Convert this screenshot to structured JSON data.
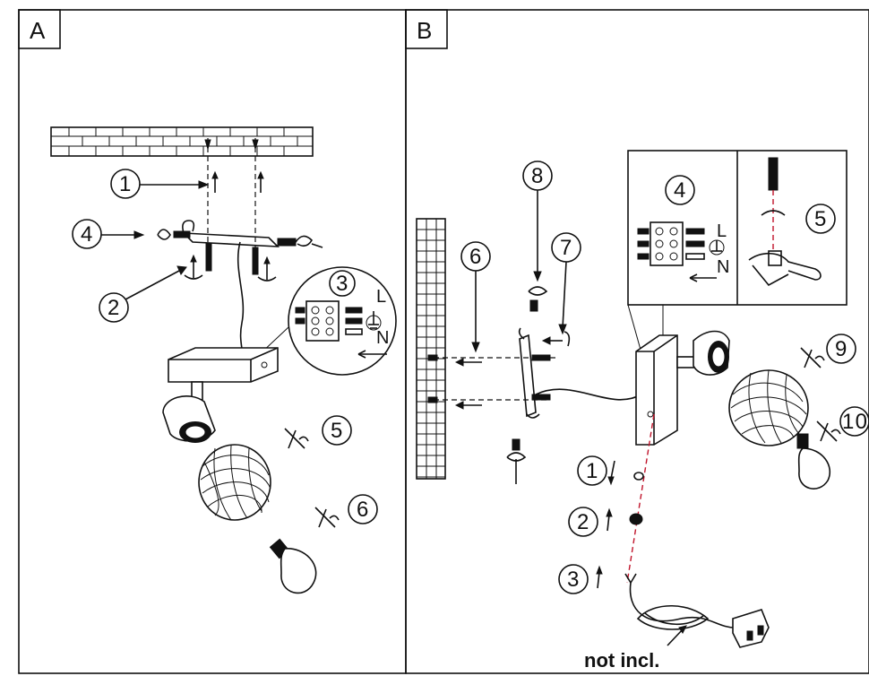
{
  "panels": {
    "a": {
      "label": "A"
    },
    "b": {
      "label": "B"
    }
  },
  "a_steps": {
    "s1": "1",
    "s2": "2",
    "s3": "3",
    "s4": "4",
    "s5": "5",
    "s6": "6"
  },
  "b_steps": {
    "s1": "1",
    "s2": "2",
    "s3": "3",
    "s4": "4",
    "s5": "5",
    "s6": "6",
    "s7": "7",
    "s8": "8",
    "s9": "9",
    "s10": "10"
  },
  "terminals": {
    "live": "L",
    "neutral": "N"
  },
  "note": "not incl."
}
